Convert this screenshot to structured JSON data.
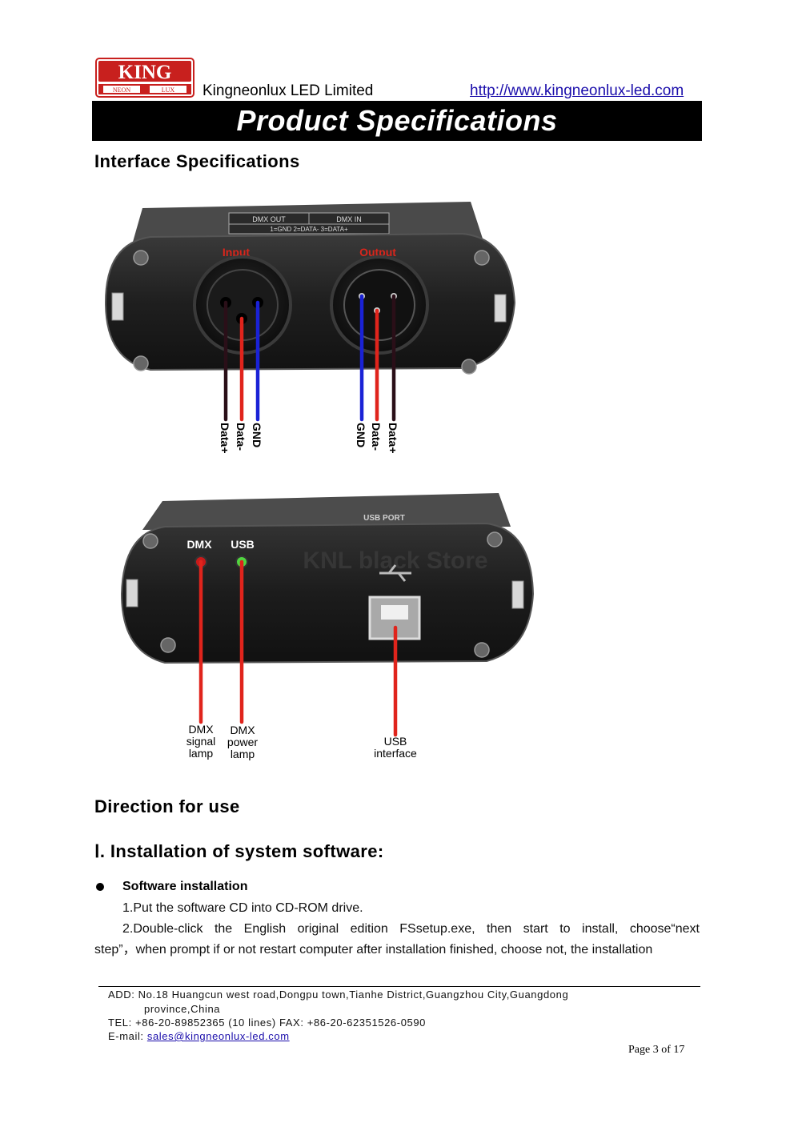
{
  "header": {
    "logo_text": "KING",
    "logo_sub_left": "NEON",
    "logo_sub_right": "LUX",
    "company_name": "Kingneonlux LED Limited",
    "url": "http://www.kingneonlux-led.com",
    "title": "Product Specifications"
  },
  "sections": {
    "interface": "Interface Specifications",
    "direction": "Direction for use",
    "install": "Ⅰ. Installation of system software:"
  },
  "photo_top": {
    "panel_left": "DMX OUT",
    "panel_right": "DMX IN",
    "panel_pins": "1=GND  2=DATA-  3=DATA+",
    "input_label": "Input",
    "output_label": "Output",
    "input_pins": [
      "Data+",
      "Data-",
      "GND"
    ],
    "output_pins": [
      "GND",
      "Data-",
      "Data+"
    ]
  },
  "photo_bottom": {
    "port_label": "USB PORT",
    "dmx_led": "DMX",
    "usb_led": "USB",
    "watermark": "KNL black Store",
    "callout_dmx_signal": [
      "DMX",
      "signal",
      "lamp"
    ],
    "callout_dmx_power": [
      "DMX",
      "power",
      "lamp"
    ],
    "callout_usb": [
      "USB",
      "interface"
    ]
  },
  "body": {
    "bullet_title": "Software installation",
    "step1": "1.Put the software CD into CD-ROM drive.",
    "step2_line1": "2.Double-click the English original edition FSsetup.exe, then start to install, choose“next",
    "step2_line2": "step”，when prompt if or not restart computer after installation finished, choose not, the installation"
  },
  "footer": {
    "add_line1": "ADD: No.18 Huangcun west road,Dongpu town,Tianhe District,Guangzhou City,Guangdong",
    "add_line2": "province,China",
    "tel": "TEL: +86-20-89852365 (10 lines) FAX: +86-20-62351526-0590",
    "email_label": "E-mail: ",
    "email": "sales@kingneonlux-led.com",
    "page": "Page 3 of 17"
  },
  "colors": {
    "logo_red": "#c8201e",
    "wire_red": "#e0241c",
    "wire_blue": "#1a22d6",
    "wire_dark": "#2a0f18",
    "label_red": "#d9261c",
    "link": "#1a0dab"
  }
}
